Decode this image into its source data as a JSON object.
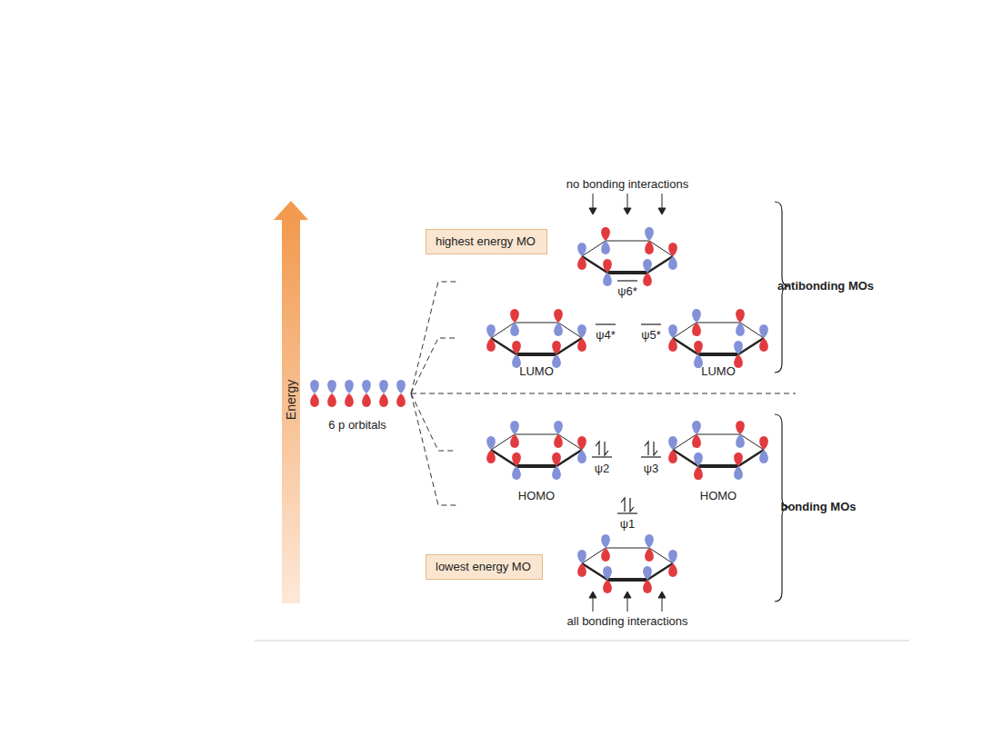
{
  "diagram": {
    "nodes": [
      {
        "text": [
          "highest energy MO"
        ]
      },
      {
        "text": [
          "lowest energy MO"
        ]
      }
    ],
    "labels": [
      "no bonding interactions",
      "Energy",
      "6 p orbitals",
      "ψ6*",
      "antibonding MOs",
      "ψ4*",
      "ψ5*",
      "LUMO",
      "LUMO",
      "ψ2",
      "ψ3",
      "HOMO",
      "HOMO",
      "bonding MOs",
      "ψ1",
      "all bonding interactions"
    ]
  }
}
